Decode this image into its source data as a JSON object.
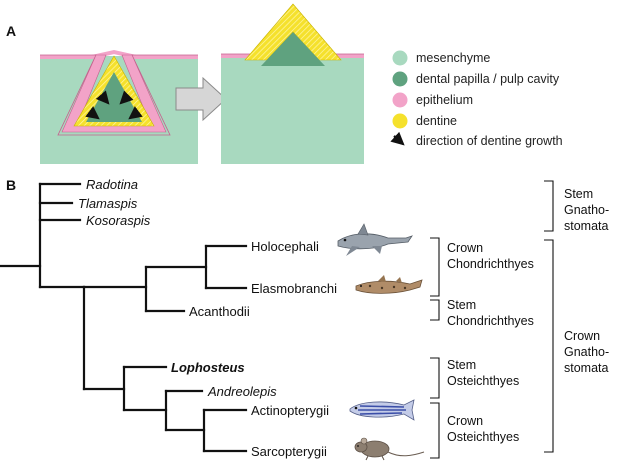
{
  "panel_a": {
    "letter": "A",
    "legend": [
      {
        "label": "mesenchyme",
        "color": "#a8d9bf",
        "icon": "mesenchyme-swatch"
      },
      {
        "label": "dental papilla / pulp cavity",
        "color": "#5fa27f",
        "icon": "papilla-swatch"
      },
      {
        "label": "epithelium",
        "color": "#f2a3c8",
        "icon": "epithelium-swatch"
      },
      {
        "label": "dentine",
        "color": "#f5e12c",
        "icon": "dentine-swatch"
      },
      {
        "label": "direction of dentine growth",
        "color": "#111111",
        "icon": "arrow-icon"
      }
    ]
  },
  "panel_b": {
    "letter": "B",
    "taxa": [
      {
        "id": "radotina",
        "label": "Radotina",
        "style": "italic"
      },
      {
        "id": "tlamaspis",
        "label": "Tlamaspis",
        "style": "italic"
      },
      {
        "id": "kosoraspis",
        "label": "Kosoraspis",
        "style": "italic"
      },
      {
        "id": "holocephali",
        "label": "Holocephali",
        "style": "normal",
        "icon": "chimaera-icon"
      },
      {
        "id": "elasmobranchi",
        "label": "Elasmobranchi",
        "style": "normal",
        "icon": "shark-icon"
      },
      {
        "id": "acanthodii",
        "label": "Acanthodii",
        "style": "normal"
      },
      {
        "id": "lophosteus",
        "label": "Lophosteus",
        "style": "bold-italic"
      },
      {
        "id": "andreolepis",
        "label": "Andreolepis",
        "style": "italic"
      },
      {
        "id": "actinopterygii",
        "label": "Actinopterygii",
        "style": "normal",
        "icon": "zebrafish-icon"
      },
      {
        "id": "sarcopterygii",
        "label": "Sarcopterygii",
        "style": "normal",
        "icon": "mouse-icon"
      }
    ],
    "groups": [
      {
        "id": "stem-gnathostomata",
        "lines": [
          "Stem",
          "Gnatho-",
          "stomata"
        ]
      },
      {
        "id": "crown-chondrichthyes",
        "lines": [
          "Crown",
          "Chondrichthyes"
        ]
      },
      {
        "id": "stem-chondrichthyes",
        "lines": [
          "Stem",
          "Chondrichthyes"
        ]
      },
      {
        "id": "stem-osteichthyes",
        "lines": [
          "Stem",
          "Osteichthyes"
        ]
      },
      {
        "id": "crown-osteichthyes",
        "lines": [
          "Crown",
          "Osteichthyes"
        ]
      },
      {
        "id": "crown-gnathostomata",
        "lines": [
          "Crown",
          "Gnatho-",
          "stomata"
        ]
      }
    ]
  }
}
